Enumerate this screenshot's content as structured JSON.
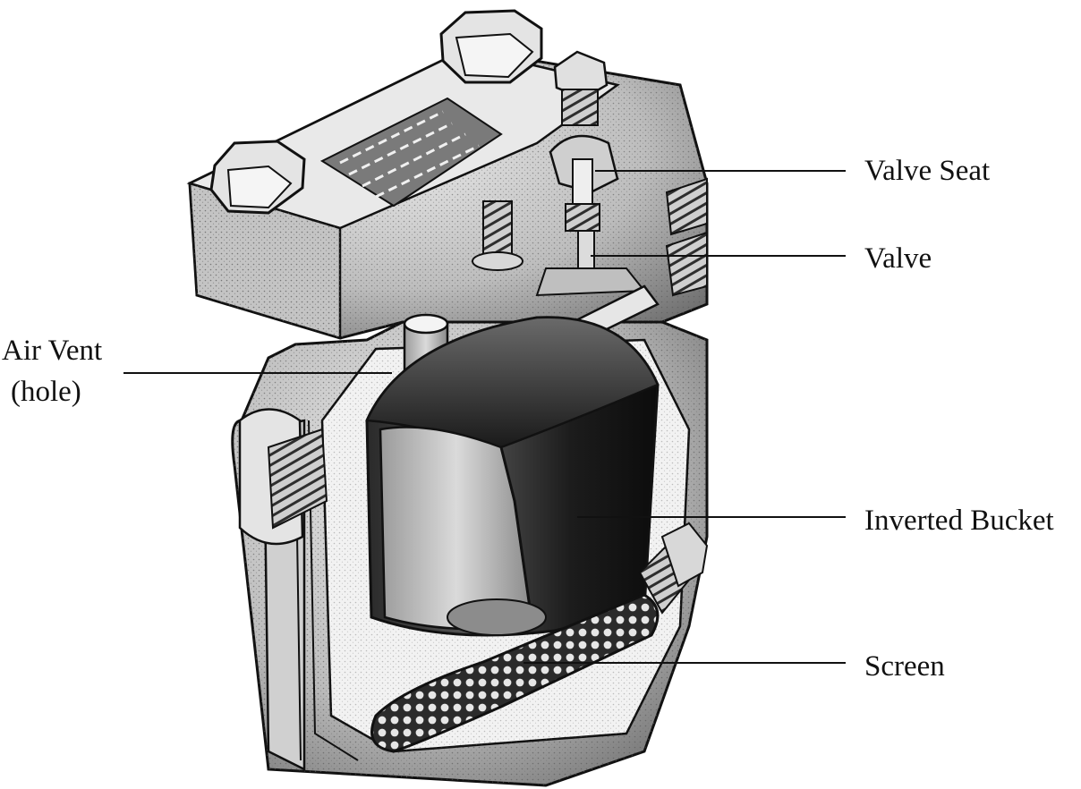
{
  "labels": {
    "valve_seat": "Valve Seat",
    "valve": "Valve",
    "air_vent_line1": "Air Vent",
    "air_vent_line2": "(hole)",
    "inverted_bucket": "Inverted Bucket",
    "screen": "Screen"
  },
  "colors": {
    "ink": "#111111",
    "body_light": "#d9d9d9",
    "body_mid": "#a6a6a6",
    "body_dark": "#3a3a3a",
    "bucket_dark": "#1e1e1e",
    "background": "#ffffff"
  },
  "icons": [
    "hex-bolt-icon",
    "threaded-pipe-icon",
    "mesh-screen-icon"
  ]
}
